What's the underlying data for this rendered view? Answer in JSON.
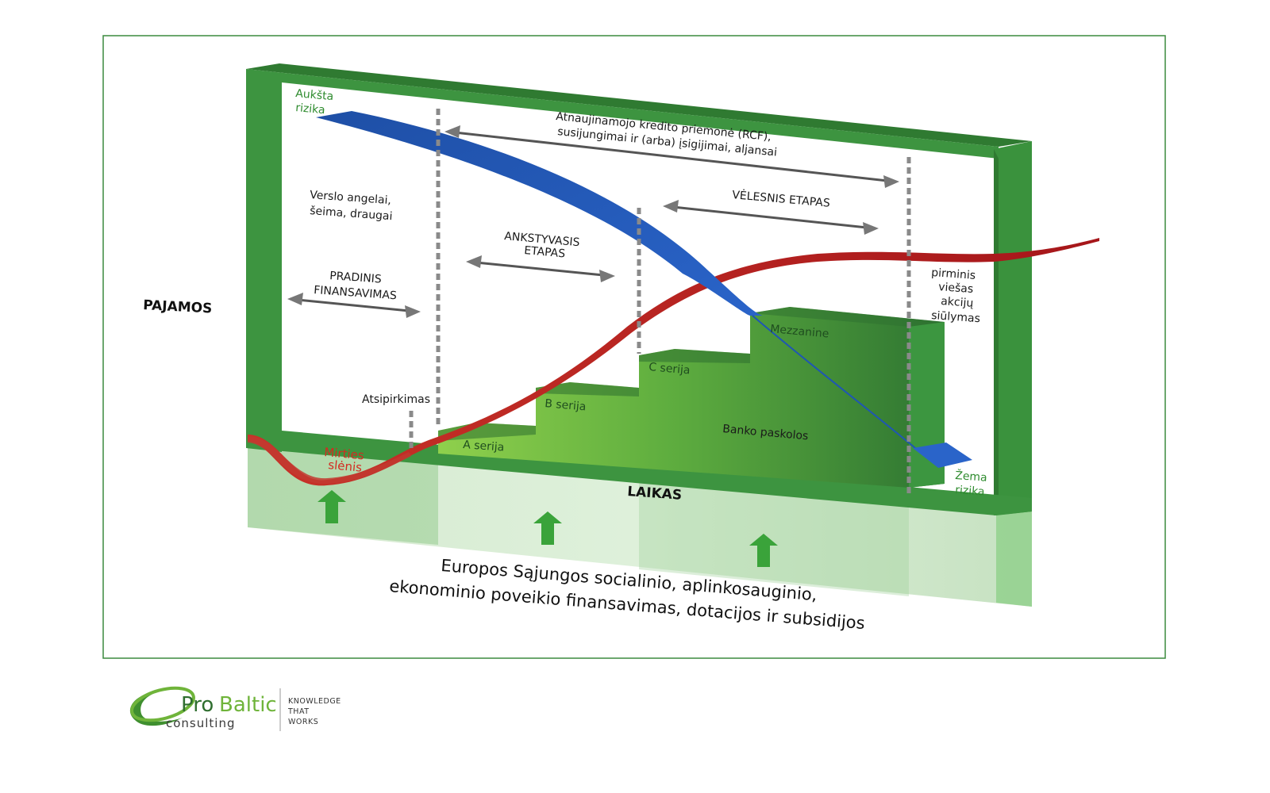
{
  "colors": {
    "frame_green": "#3a913c",
    "frame_dark": "#2c6e2e",
    "blue_band": "#1f56b3",
    "red_band": "#b8201c",
    "step_light": "#8ccf4e",
    "step_dark": "#2f7a33",
    "outer_border": "#3b8a3e"
  },
  "labels": {
    "high_risk": [
      "Aukšta",
      "rizika"
    ],
    "low_risk": [
      "Žema",
      "rizika"
    ],
    "revenue_axis": "PAJAMOS",
    "time_axis": "LAIKAS",
    "rcf": [
      "Atnaujinamojo kredito priemonė (RCF),",
      "susijungimai ir (arba) įsigijimai, aljansai"
    ],
    "angels": [
      "Verslo angelai,",
      "šeima, draugai"
    ],
    "later_stage": "VĖLESNIS ETAPAS",
    "early_stage": [
      "ANKSTYVASIS",
      "ETAPAS"
    ],
    "initial_funding": [
      "PRADINIS",
      "FINANSAVIMAS"
    ],
    "ipo": [
      "pirminis",
      "viešas",
      "akcijų",
      "siūlymas"
    ],
    "buyback": "Atsipirkimas",
    "death_valley": [
      "Mirties",
      "slėnis"
    ],
    "series_a": "A serija",
    "series_b": "B  serija",
    "series_c": "C serija",
    "mezzanine": "Mezzanine",
    "bank_loans": "Banko paskolos",
    "eu_funding": [
      "Europos Sąjungos socialinio, aplinkosauginio,",
      "ekonominio poveikio finansavimas, dotacijos ir subsidijos"
    ]
  },
  "logo": {
    "pro": "Pro",
    "baltic": "Baltic",
    "consulting": "consulting",
    "tagline": [
      "KNOWLEDGE",
      "THAT",
      "WORKS"
    ]
  }
}
